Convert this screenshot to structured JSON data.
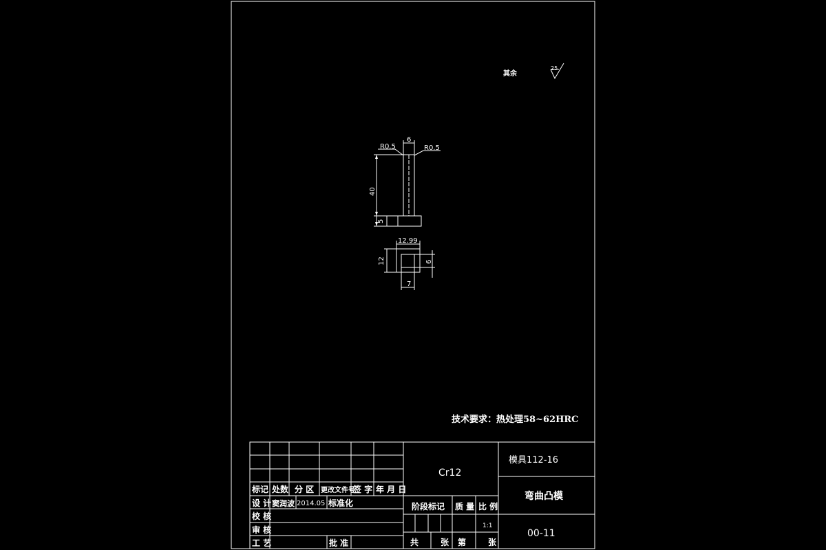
{
  "surface": {
    "note_label": "其余",
    "roughness_value": "25"
  },
  "dimensions": {
    "r_left": "R0.5",
    "r_right": "R0.5",
    "width_top": "6",
    "height_main": "40",
    "height_base": "5",
    "width_plan": "12.99",
    "depth_plan": "12",
    "inner_h": "6",
    "inner_w": "7"
  },
  "tech_req": "技术要求：热处理58~62HRC",
  "title_block": {
    "material": "Cr12",
    "drawing_code": "模具112-16",
    "part_name": "弯曲凸模",
    "drawing_no": "00-11",
    "header_row": [
      "标记",
      "处数",
      "分 区",
      "更改文件号",
      "签 字",
      "年 月 日"
    ],
    "design_label": "设 计",
    "designer": "窦润波",
    "design_date": "2014.05",
    "standard_label": "标准化",
    "check_label": "校 核",
    "review_label": "审 核",
    "process_label": "工 艺",
    "approve_label": "批 准",
    "stage_label": "阶段标记",
    "weight_label": "质 量",
    "scale_label": "比 例",
    "scale_value": "1:1",
    "sheets_label_total": "共",
    "sheets_label_unit1": "张",
    "sheets_label_no": "第",
    "sheets_label_unit2": "张"
  }
}
